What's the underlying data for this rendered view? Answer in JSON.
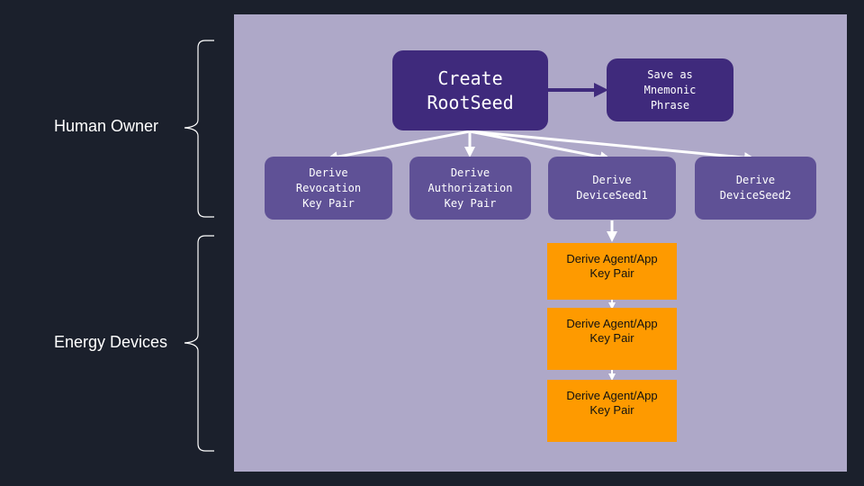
{
  "labels": {
    "human_owner": "Human Owner",
    "energy_devices": "Energy Devices"
  },
  "nodes": {
    "create_rootseed": "Create\nRootSeed",
    "save_mnemonic": "Save as\nMnemonic\nPhrase",
    "revocation": "Derive\nRevocation\nKey Pair",
    "authorization": "Derive\nAuthorization\nKey Pair",
    "deviceseed1": "Derive\nDeviceSeed1",
    "deviceseed2": "Derive\nDeviceSeed2",
    "agent_app_1": "Derive Agent/App\nKey Pair",
    "agent_app_2": "Derive Agent/App\nKey Pair",
    "agent_app_3": "Derive Agent/App\nKey Pair"
  },
  "colors": {
    "background": "#1b202c",
    "panel": "#aea8c8",
    "dark_node": "#3f2a7c",
    "mid_node": "#5f5196",
    "orange_node": "#fe9a00",
    "arrow_white": "#ffffff",
    "arrow_dark": "#3f2a7c"
  }
}
